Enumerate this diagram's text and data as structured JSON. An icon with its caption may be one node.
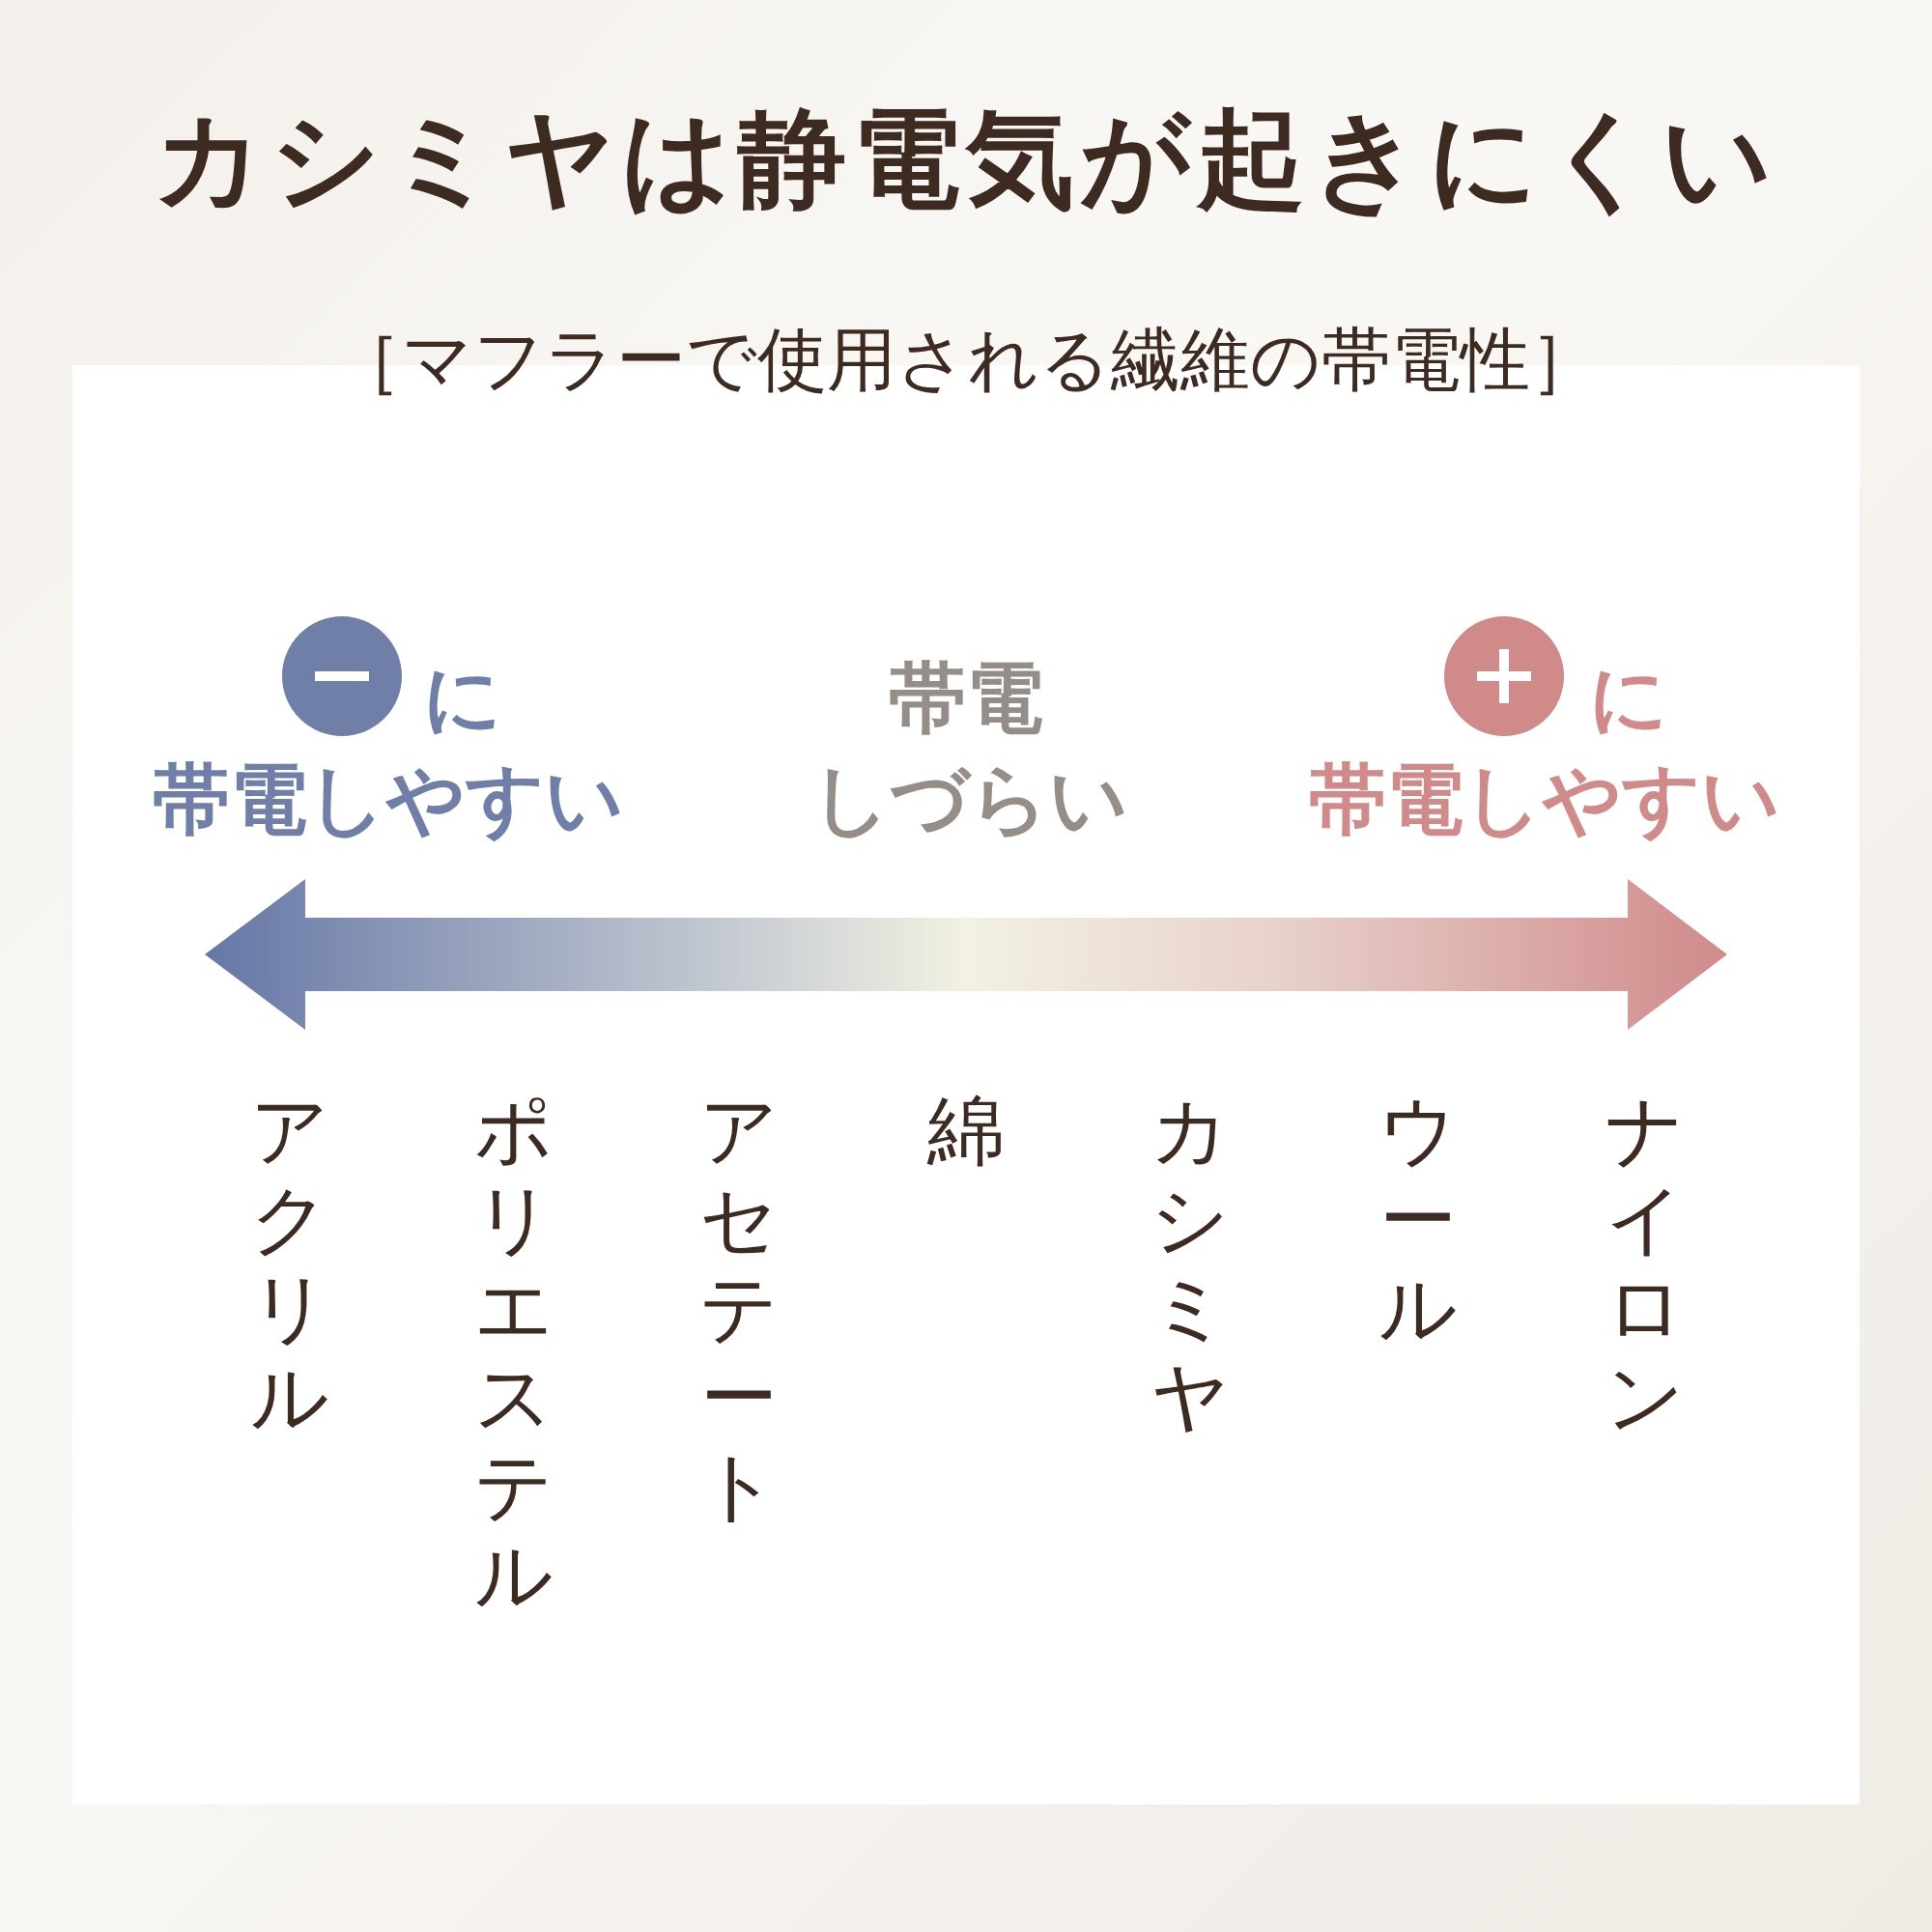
{
  "diagram": {
    "title": "カシミヤは静電気が起きにくい",
    "labels": [
      "［マフラーで使用される繊維の帯電性］",
      "に",
      "帯電しやすい",
      "帯電",
      "しづらい",
      "に",
      "帯電しやすい",
      "アクリル",
      "ポリエステル",
      "アセテート",
      "綿",
      "カシミヤ",
      "ウール",
      "ナイロン"
    ]
  }
}
